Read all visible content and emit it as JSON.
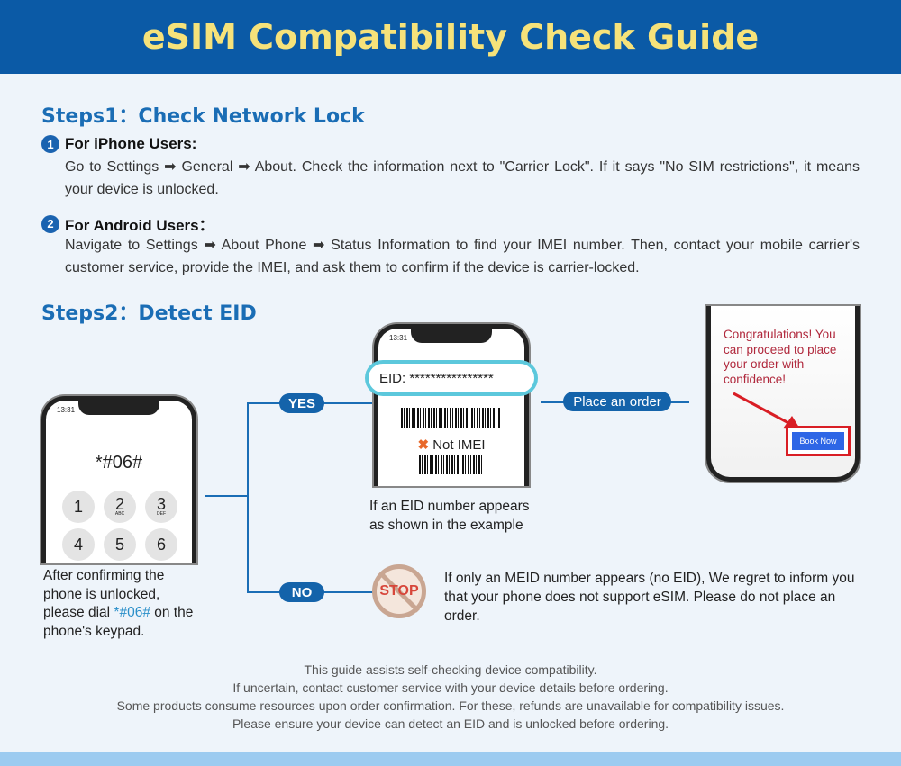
{
  "header": {
    "title": "eSIM Compatibility Check Guide"
  },
  "step1": {
    "title": "Steps1：Check Network Lock",
    "iphone": {
      "num": "1",
      "label": "For iPhone Users:",
      "text": "Go to Settings ➡ General ➡ About. Check the information next to \"Carrier Lock\". If it says \"No SIM restrictions\", it means your device is unlocked."
    },
    "android": {
      "num": "2",
      "label": "For Android Users：",
      "text": "Navigate to Settings ➡ About Phone ➡ Status Information to find your IMEI number. Then, contact your mobile carrier's customer service, provide the IMEI, and ask them to confirm if the device is carrier-locked."
    }
  },
  "step2": {
    "title": "Steps2：Detect EID",
    "dial_phone": {
      "time": "13:31",
      "code": "*#06#",
      "keys": [
        {
          "n": "1",
          "l": ""
        },
        {
          "n": "2",
          "l": "ABC"
        },
        {
          "n": "3",
          "l": "DEF"
        },
        {
          "n": "4",
          "l": ""
        },
        {
          "n": "5",
          "l": ""
        },
        {
          "n": "6",
          "l": ""
        }
      ]
    },
    "dial_text_a": "After confirming the phone is unlocked, please dial ",
    "dial_code": "*#06#",
    "dial_text_b": " on the phone's keypad.",
    "yes": "YES",
    "no": "NO",
    "eid_phone": {
      "time": "13:31",
      "eid": "EID: ****************",
      "not_imei": "Not IMEI"
    },
    "eid_caption": "If an EID number appears as shown in the example",
    "place_order": "Place an order",
    "confirm_phone": {
      "message": "Congratulations! You can proceed to place your order with confidence!",
      "button": "Book Now"
    },
    "stop": "STOP",
    "no_text": "If only an MEID number appears (no EID),  We regret to inform you that your phone does not support eSIM. Please do not place an order."
  },
  "footer": [
    "This guide assists self-checking device compatibility.",
    "If uncertain, contact customer service with your device details before ordering.",
    "Some products consume resources upon order confirmation. For these, refunds are unavailable for compatibility issues.",
    "Please ensure your device can detect an EID and is unlocked before ordering."
  ],
  "colors": {
    "header": "#0b5aa6",
    "title": "#f6e27a",
    "accent": "#1a6db5"
  }
}
